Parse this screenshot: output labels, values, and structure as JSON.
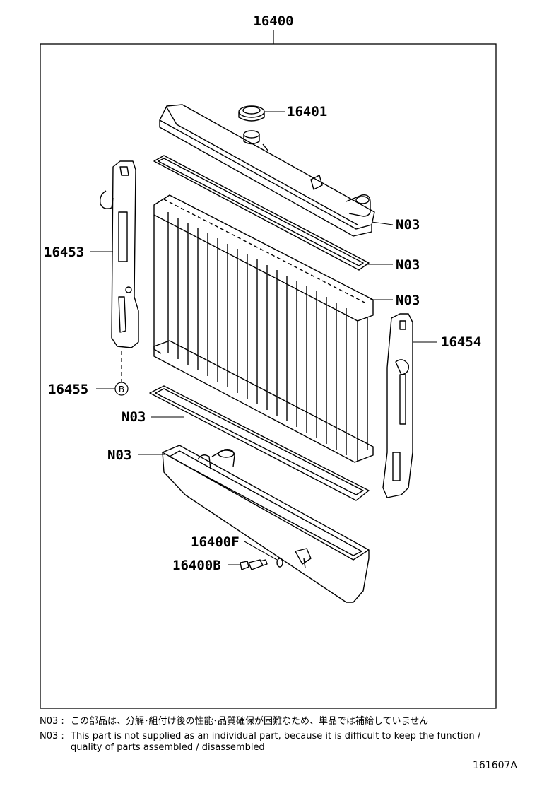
{
  "diagram": {
    "assembly_label": "16400",
    "labels": {
      "cap": "16401",
      "n03_top_tank": "N03",
      "n03_upper_gasket": "N03",
      "n03_core_top": "N03",
      "left_support": "16453",
      "right_support": "16454",
      "bolt_ref": "16455",
      "bolt_marker": "B",
      "n03_lower_gasket": "N03",
      "n03_lower_tank": "N03",
      "drain_gasket": "16400F",
      "drain_cock": "16400B"
    }
  },
  "notes": [
    {
      "code": "N03",
      "sep": ":",
      "text": "この部品は、分解･組付け後の性能･品質確保が困難なため、単品では補給していません"
    },
    {
      "code": "N03",
      "sep": ":",
      "line1": "This part is not supplied as an individual part, because it is difficult to keep the function /",
      "line2": "quality of parts assembled / disassembled"
    }
  ],
  "figure_code": "161607A"
}
